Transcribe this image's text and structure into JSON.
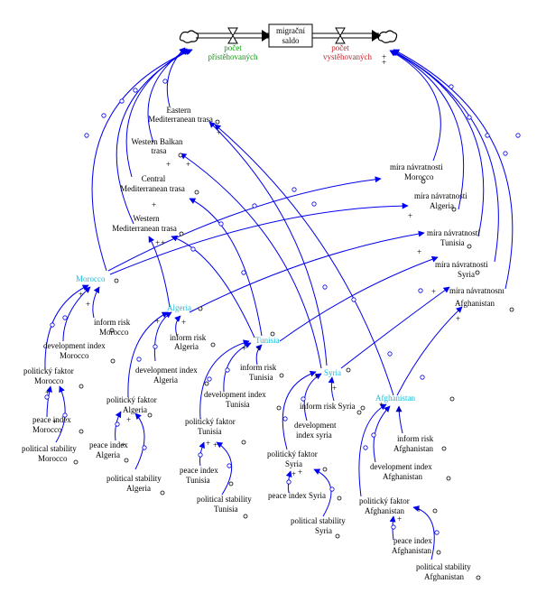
{
  "stock": {
    "label_lines": [
      "migrační",
      "saldo"
    ]
  },
  "inflow": {
    "label_lines": [
      "počet",
      "přistěhovaných"
    ],
    "color": "#119a11"
  },
  "outflow": {
    "label_lines": [
      "počet",
      "vystěhovaných"
    ],
    "color": "#c0272d"
  },
  "routes": [
    {
      "lines": [
        "Eastern",
        "Mediterranean trasa"
      ]
    },
    {
      "lines": [
        "Western Balkan",
        "trasa"
      ]
    },
    {
      "lines": [
        "Central",
        "Mediterranean trasa"
      ]
    },
    {
      "lines": [
        "Western",
        "Mediterranean trasa"
      ]
    }
  ],
  "return_rates": [
    {
      "lines": [
        "míra návratnosti",
        "Morocco"
      ]
    },
    {
      "lines": [
        "míra návratnosti",
        "Algeria"
      ]
    },
    {
      "lines": [
        "míra návratnosti",
        "Tunisia"
      ]
    },
    {
      "lines": [
        "míra návratnosti",
        "Syria"
      ]
    },
    {
      "lines": [
        "míra návratnosnı",
        "Afghanistan"
      ]
    }
  ],
  "countries": [
    {
      "name": "Morocco",
      "risk": [
        "inform risk",
        "Morocco"
      ],
      "dev": [
        "development index",
        "Morocco"
      ],
      "polit": [
        "politický faktor",
        "Morocco"
      ],
      "peace": [
        "peace index",
        "Morocco"
      ],
      "stab": [
        "political stability",
        "Morocco"
      ]
    },
    {
      "name": "Algeria",
      "risk": [
        "inform risk",
        "Algeria"
      ],
      "dev": [
        "development index",
        "Algeria"
      ],
      "polit": [
        "politický faktor",
        "Algeria"
      ],
      "peace": [
        "peace index",
        "Algeria"
      ],
      "stab": [
        "political stability",
        "Algeria"
      ]
    },
    {
      "name": "Tunisia",
      "risk": [
        "inform risk",
        "Tunisia"
      ],
      "dev": [
        "development index",
        "Tunisia"
      ],
      "polit": [
        "politický faktor",
        "Tunisia"
      ],
      "peace": [
        "peace index",
        "Tunisia"
      ],
      "stab": [
        "political stability",
        "Tunisia"
      ]
    },
    {
      "name": "Syria",
      "risk": [
        "inform risk Syria"
      ],
      "dev": [
        "development",
        "index syria"
      ],
      "polit": [
        "politický faktor",
        "Syria"
      ],
      "peace": [
        "peace index Syria"
      ],
      "stab": [
        "political stability",
        "Syria"
      ]
    },
    {
      "name": "Afghanistan",
      "risk": [
        "inform risk",
        "Afghanistan"
      ],
      "dev": [
        "development index",
        "Afghanistan"
      ],
      "polit": [
        "politický faktor",
        "Afghanistan"
      ],
      "peace": [
        "peace index",
        "Afghanistan"
      ],
      "stab": [
        "political stability",
        "Afghanistan"
      ]
    }
  ],
  "link_sign": "+",
  "colors": {
    "arrow": "#0000ee",
    "country": "#1bbcd6"
  }
}
